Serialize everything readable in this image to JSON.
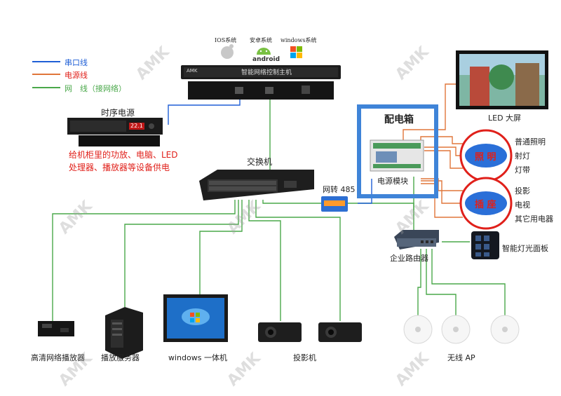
{
  "legend": [
    {
      "label": "串口线",
      "color": "#1f5fd6"
    },
    {
      "label": "电源线",
      "color": "#e0201a"
    },
    {
      "label": "网　线（接网络）",
      "color": "#4aa84a"
    }
  ],
  "os_labels": [
    "IOS系统",
    "安卓系统",
    "windows系统"
  ],
  "android_text": "android",
  "host": {
    "brand": "AMK",
    "label": "智能网络控制主机"
  },
  "sequencer": {
    "title": "时序电源",
    "display": "22.1",
    "desc_line1": "给机柜里的功放、电脑、LED",
    "desc_line2": "处理器、播放器等设备供电"
  },
  "switch_label": "交换机",
  "converter_label": "网转 485",
  "distribution": {
    "title": "配电箱",
    "module_label": "电源模块"
  },
  "led_label": "LED 大屏",
  "lighting": {
    "title": "照 明",
    "items": [
      "普通照明",
      "射灯",
      "灯带"
    ]
  },
  "socket": {
    "title": "插 座",
    "items": [
      "投影",
      "电视",
      "其它用电器"
    ]
  },
  "router_label": "企业路由器",
  "panel_label": "智能灯光面板",
  "devices": {
    "player": "高清网络播放器",
    "server": "播放服务器",
    "allinone": "windows 一体机",
    "projector": "投影机",
    "ap": "无线 AP"
  },
  "watermark": "AMK",
  "colors": {
    "serial": "#1f5fd6",
    "power": "#e0763a",
    "network": "#4aa84a",
    "accent_blue": "#2a6fd8",
    "red": "#e0201a"
  }
}
